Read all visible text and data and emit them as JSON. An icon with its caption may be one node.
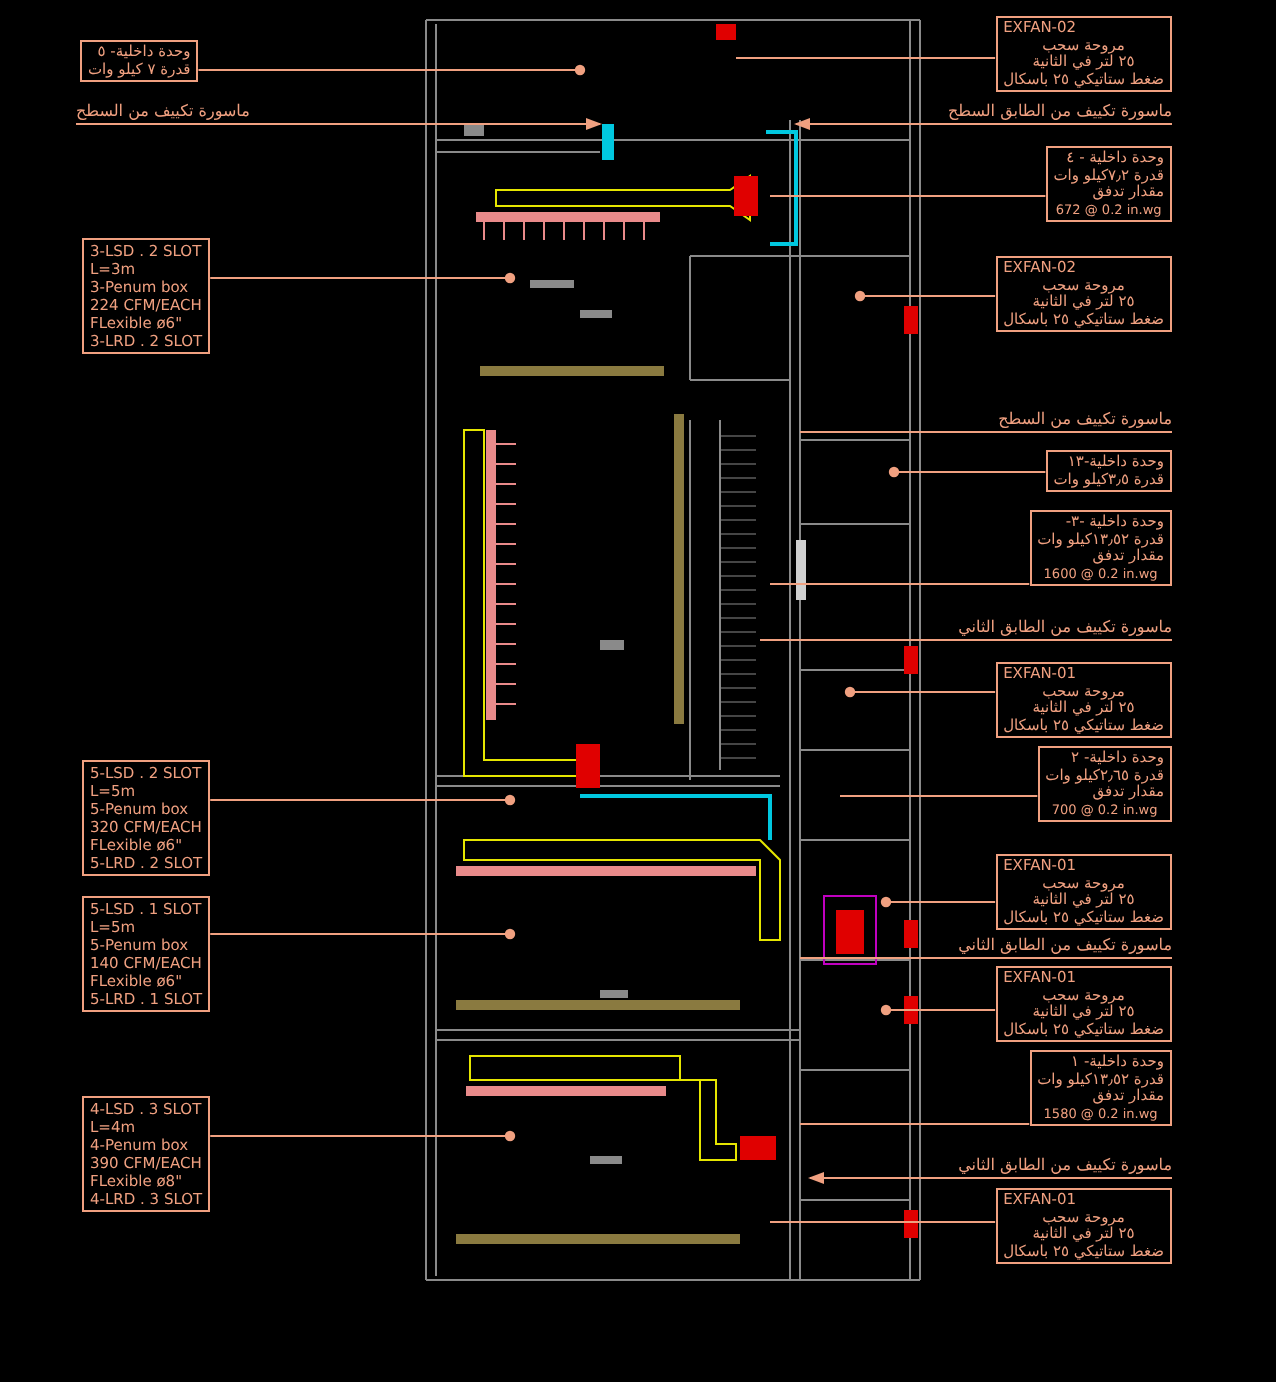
{
  "diagram": {
    "nodes": [
      {
        "text": [
          "وحدة داخلية- ٥",
          "قدرة ٧ كيلو وات"
        ]
      },
      {
        "text": [
          "ماسورة تكييف من السطح"
        ]
      },
      {
        "text": [
          "3-LSD . 2 SLOT",
          "L=3m",
          "3-Penum box",
          "224 CFM/EACH",
          "FLexible ø6\"",
          "3-LRD . 2 SLOT"
        ]
      },
      {
        "text": [
          "5-LSD . 2 SLOT",
          "L=5m",
          "5-Penum box",
          "320 CFM/EACH",
          "FLexible ø6\"",
          "5-LRD . 2 SLOT"
        ]
      },
      {
        "text": [
          "5-LSD . 1 SLOT",
          "L=5m",
          "5-Penum box",
          "140 CFM/EACH",
          "FLexible ø6\"",
          "5-LRD . 1 SLOT"
        ]
      },
      {
        "text": [
          "4-LSD . 3 SLOT",
          "L=4m",
          "4-Penum box",
          "390 CFM/EACH",
          "FLexible ø8\"",
          "4-LRD . 3 SLOT"
        ]
      },
      {
        "text": [
          "EXFAN-02",
          "مروحة سحب",
          "٢٥ لتر في الثانية",
          "ضغط ستاتيكي ٢٥ باسكال"
        ]
      },
      {
        "text": [
          "ماسورة تكييف من الطابق السطح"
        ]
      },
      {
        "text": [
          "وحدة داخلية - ٤",
          "قدرة ٧٫٢كيلو وات",
          "مقدار تدفق",
          "672 @ 0.2 in.wg"
        ]
      },
      {
        "text": [
          "EXFAN-02",
          "مروحة سحب",
          "٢٥ لتر في الثانية",
          "ضغط ستاتيكي ٢٥ باسكال"
        ]
      },
      {
        "text": [
          "ماسورة تكييف من السطح"
        ]
      },
      {
        "text": [
          "وحدة داخلية-١٣",
          "قدرة ٣٫٥كيلو وات"
        ]
      },
      {
        "text": [
          "وحدة داخلية -٣-",
          "قدرة ١٣٫٥٢كيلو وات",
          "مقدار تدفق",
          "1600 @ 0.2 in.wg"
        ]
      },
      {
        "text": [
          "ماسورة تكييف من الطابق الثاني"
        ]
      },
      {
        "text": [
          "EXFAN-01",
          "مروحة سحب",
          "٢٥ لتر في الثانية",
          "ضغط ستاتيكي ٢٥ باسكال"
        ]
      },
      {
        "text": [
          "وحدة داخلية- ٢",
          "قدرة ٢٫٦٥كيلو وات",
          "مقدار تدفق",
          "700 @ 0.2 in.wg"
        ]
      },
      {
        "text": [
          "EXFAN-01",
          "مروحة سحب",
          "٢٥ لتر في الثانية",
          "ضغط ستاتيكي ٢٥ باسكال"
        ]
      },
      {
        "text": [
          "ماسورة تكييف من الطابق الثاني"
        ]
      },
      {
        "text": [
          "EXFAN-01",
          "مروحة سحب",
          "٢٥ لتر في الثانية",
          "ضغط ستاتيكي ٢٥ باسكال"
        ]
      },
      {
        "text": [
          "وحدة داخلية- ١",
          "قدرة ١٣٫٥٢كيلو وات",
          "مقدار تدفق",
          "1580 @ 0.2 in.wg"
        ]
      },
      {
        "text": [
          "ماسورة تكييف من الطابق الثاني"
        ]
      },
      {
        "text": [
          "EXFAN-01",
          "مروحة سحب",
          "٢٥ لتر في الثانية",
          "ضغط ستاتيكي ٢٥ باسكال"
        ]
      }
    ],
    "edges": [
      {
        "from": 0,
        "to": null,
        "arrow": "other"
      },
      {
        "from": 1,
        "to": null,
        "arrow": "to"
      },
      {
        "from": 2,
        "to": null,
        "arrow": "other"
      },
      {
        "from": 3,
        "to": null,
        "arrow": "other"
      },
      {
        "from": 4,
        "to": null,
        "arrow": "other"
      },
      {
        "from": 5,
        "to": null,
        "arrow": "other"
      },
      {
        "from": 6,
        "to": null,
        "arrow": "none"
      },
      {
        "from": 7,
        "to": null,
        "arrow": "to"
      },
      {
        "from": 8,
        "to": null,
        "arrow": "none"
      },
      {
        "from": 9,
        "to": null,
        "arrow": "other"
      },
      {
        "from": 10,
        "to": null,
        "arrow": "none"
      },
      {
        "from": 11,
        "to": null,
        "arrow": "other"
      },
      {
        "from": 12,
        "to": null,
        "arrow": "none"
      },
      {
        "from": 13,
        "to": null,
        "arrow": "none"
      },
      {
        "from": 14,
        "to": null,
        "arrow": "other"
      },
      {
        "from": 15,
        "to": null,
        "arrow": "none"
      },
      {
        "from": 16,
        "to": null,
        "arrow": "other"
      },
      {
        "from": 17,
        "to": null,
        "arrow": "none"
      },
      {
        "from": 18,
        "to": null,
        "arrow": "other"
      },
      {
        "from": 19,
        "to": null,
        "arrow": "none"
      },
      {
        "from": 20,
        "to": null,
        "arrow": "to"
      },
      {
        "from": 21,
        "to": null,
        "arrow": "none"
      }
    ]
  }
}
